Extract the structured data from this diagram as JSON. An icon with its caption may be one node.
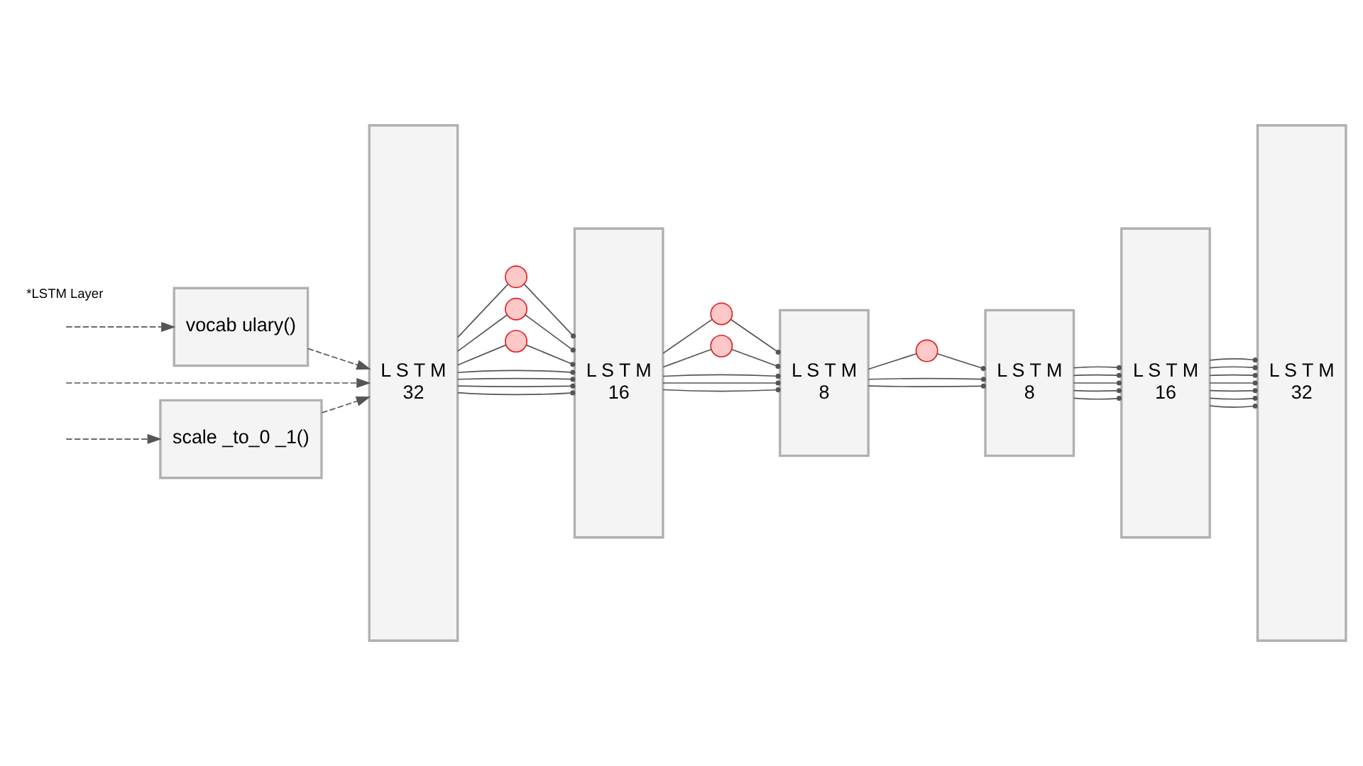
{
  "diagram": {
    "nodes": [
      {
        "text": [
          "scale _to_0 _1()"
        ]
      },
      {
        "text": [
          "vocab ulary()"
        ]
      },
      {
        "text": [
          "L S T M",
          "32"
        ]
      },
      {
        "text": [],
        "shape": "circle"
      },
      {
        "text": [],
        "shape": "circle"
      },
      {
        "text": [],
        "shape": "circle"
      },
      {
        "text": [
          "L S T M",
          "16"
        ]
      },
      {
        "text": [],
        "shape": "circle"
      },
      {
        "text": [],
        "shape": "circle"
      },
      {
        "text": [
          "L S T M",
          "8"
        ]
      },
      {
        "text": [],
        "shape": "circle"
      },
      {
        "text": [
          "L S T M",
          "8"
        ]
      },
      {
        "text": [
          "L S T M",
          "16"
        ]
      },
      {
        "text": [
          "L S T M",
          "32"
        ]
      }
    ],
    "edges": [
      {
        "from": null,
        "to": 0,
        "arrow": "to",
        "style": "dashed"
      },
      {
        "from": 0,
        "to": 2,
        "arrow": "to",
        "style": "dashed"
      },
      {
        "from": null,
        "to": 2,
        "arrow": "to",
        "style": "dashed"
      },
      {
        "from": null,
        "to": 1,
        "arrow": "to",
        "style": "dashed"
      },
      {
        "from": 1,
        "to": 2,
        "arrow": "to",
        "style": "dashed"
      },
      {
        "from": 2,
        "to": 3,
        "arrow": "none"
      },
      {
        "from": 3,
        "to": 6,
        "arrow": "other"
      },
      {
        "from": 2,
        "to": 6,
        "arrow": "other"
      },
      {
        "from": 2,
        "to": 6,
        "arrow": "other"
      },
      {
        "from": 2,
        "to": 4,
        "arrow": "none"
      },
      {
        "from": 4,
        "to": 6,
        "arrow": "other"
      },
      {
        "from": 2,
        "to": 6,
        "arrow": "other"
      },
      {
        "from": 2,
        "to": 5,
        "arrow": "none"
      },
      {
        "from": 5,
        "to": 6,
        "arrow": "other"
      },
      {
        "from": 2,
        "to": 6,
        "arrow": "other"
      },
      {
        "from": 6,
        "to": 9,
        "arrow": "other"
      },
      {
        "from": 6,
        "to": 7,
        "arrow": "none"
      },
      {
        "from": 7,
        "to": 9,
        "arrow": "other"
      },
      {
        "from": 6,
        "to": 9,
        "arrow": "other"
      },
      {
        "from": 6,
        "to": 8,
        "arrow": "none"
      },
      {
        "from": 8,
        "to": 9,
        "arrow": "other"
      },
      {
        "from": 6,
        "to": 9,
        "arrow": "other"
      },
      {
        "from": 9,
        "to": 11,
        "arrow": "other"
      },
      {
        "from": 9,
        "to": 10,
        "arrow": "none"
      },
      {
        "from": 10,
        "to": 11,
        "arrow": "other"
      },
      {
        "from": 9,
        "to": 11,
        "arrow": "other"
      },
      {
        "from": 11,
        "to": 12,
        "arrow": "other"
      },
      {
        "from": 11,
        "to": 12,
        "arrow": "other"
      },
      {
        "from": 11,
        "to": 12,
        "arrow": "other"
      },
      {
        "from": 11,
        "to": 12,
        "arrow": "other"
      },
      {
        "from": 11,
        "to": 12,
        "arrow": "other"
      },
      {
        "from": 12,
        "to": 13,
        "arrow": "other"
      },
      {
        "from": 12,
        "to": 13,
        "arrow": "other"
      },
      {
        "from": 12,
        "to": 13,
        "arrow": "other"
      },
      {
        "from": 12,
        "to": 13,
        "arrow": "other"
      },
      {
        "from": 12,
        "to": 13,
        "arrow": "other"
      },
      {
        "from": 12,
        "to": 13,
        "arrow": "other"
      },
      {
        "from": 12,
        "to": 13,
        "arrow": "other"
      }
    ],
    "labels": [
      "*LSTM Layer"
    ]
  }
}
